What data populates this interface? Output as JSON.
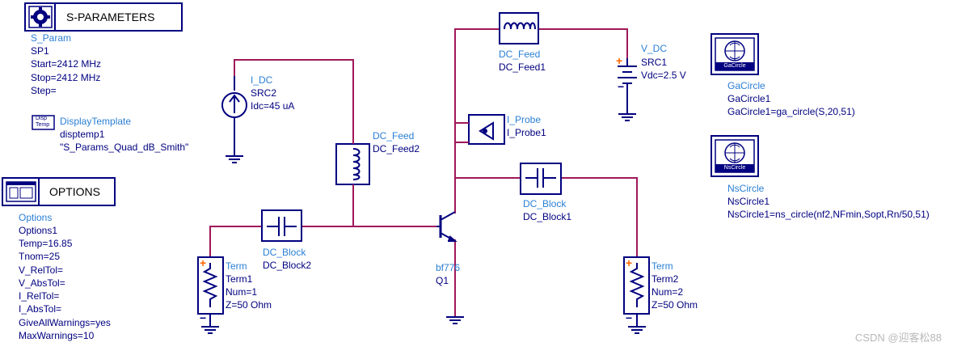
{
  "s_param_block": {
    "title": "S-PARAMETERS",
    "type_label": "S_Param",
    "name": "SP1",
    "start": "Start=2412 MHz",
    "stop": "Stop=2412 MHz",
    "step": "Step="
  },
  "display_template": {
    "icon_text_1": "Disp",
    "icon_text_2": "Temp",
    "type_label": "DisplayTemplate",
    "name": "disptemp1",
    "value": "\"S_Params_Quad_dB_Smith\""
  },
  "options_block": {
    "title": "OPTIONS",
    "type_label": "Options",
    "name": "Options1",
    "params": [
      "Temp=16.85",
      "Tnom=25",
      "V_RelTol=",
      "V_AbsTol=",
      "I_RelTol=",
      "I_AbsTol=",
      "GiveAllWarnings=yes",
      "MaxWarnings=10"
    ]
  },
  "components": {
    "i_dc": {
      "type_label": "I_DC",
      "name": "SRC2",
      "value": "Idc=45 uA"
    },
    "dc_feed2": {
      "type_label": "DC_Feed",
      "name": "DC_Feed2"
    },
    "dc_feed1": {
      "type_label": "DC_Feed",
      "name": "DC_Feed1"
    },
    "v_dc": {
      "type_label": "V_DC",
      "name": "SRC1",
      "value": "Vdc=2.5 V"
    },
    "i_probe": {
      "type_label": "I_Probe",
      "name": "I_Probe1"
    },
    "dc_block1": {
      "type_label": "DC_Block",
      "name": "DC_Block1"
    },
    "dc_block2": {
      "type_label": "DC_Block",
      "name": "DC_Block2"
    },
    "transistor": {
      "type_label": "bf776",
      "name": "Q1"
    },
    "term1": {
      "type_label": "Term",
      "name": "Term1",
      "num": "Num=1",
      "z": "Z=50 Ohm"
    },
    "term2": {
      "type_label": "Term",
      "name": "Term2",
      "num": "Num=2",
      "z": "Z=50 Ohm"
    }
  },
  "ga_circle": {
    "icon_text": "GaCircle",
    "type_label": "GaCircle",
    "name": "GaCircle1",
    "expr": "GaCircle1=ga_circle(S,20,51)"
  },
  "ns_circle": {
    "icon_text": "NsCircle",
    "type_label": "NsCircle",
    "name": "NsCircle1",
    "expr": "NsCircle1=ns_circle(nf2,NFmin,Sopt,Rn/50,51)"
  },
  "watermark": "CSDN @迎客松88",
  "colors": {
    "wire": "#a0185a",
    "component": "#000080",
    "label": "#2a7fd4",
    "plus": "#ff6600"
  }
}
